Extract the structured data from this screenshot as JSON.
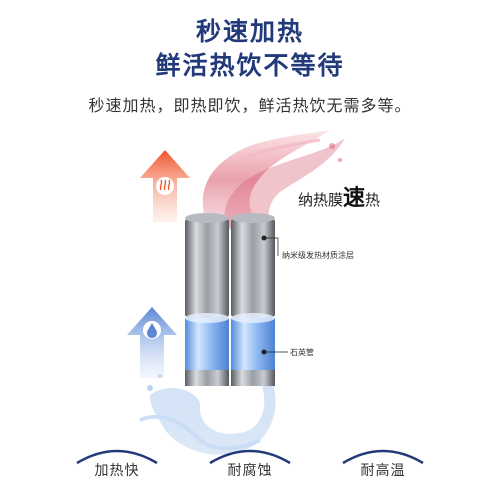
{
  "header": {
    "title_line1": "秒速加热",
    "title_line2": "鲜活热饮不等待",
    "subtitle": "秒速加热，即热即饮，鲜活热饮无需多等。"
  },
  "diagram": {
    "speed_label_prefix": "纳热膜",
    "speed_label_emph": "速",
    "speed_label_suffix": "热",
    "nano_coating_label": "纳米级发热材质涂层",
    "quartz_tube_label": "石英管",
    "hot_arrow_icon": "steam-icon",
    "cold_arrow_icon": "water-drop-icon",
    "hot_color": "#f0532a",
    "cold_color": "#5b86d6"
  },
  "features": [
    {
      "label": "加热快"
    },
    {
      "label": "耐腐蚀"
    },
    {
      "label": "耐高温"
    }
  ]
}
